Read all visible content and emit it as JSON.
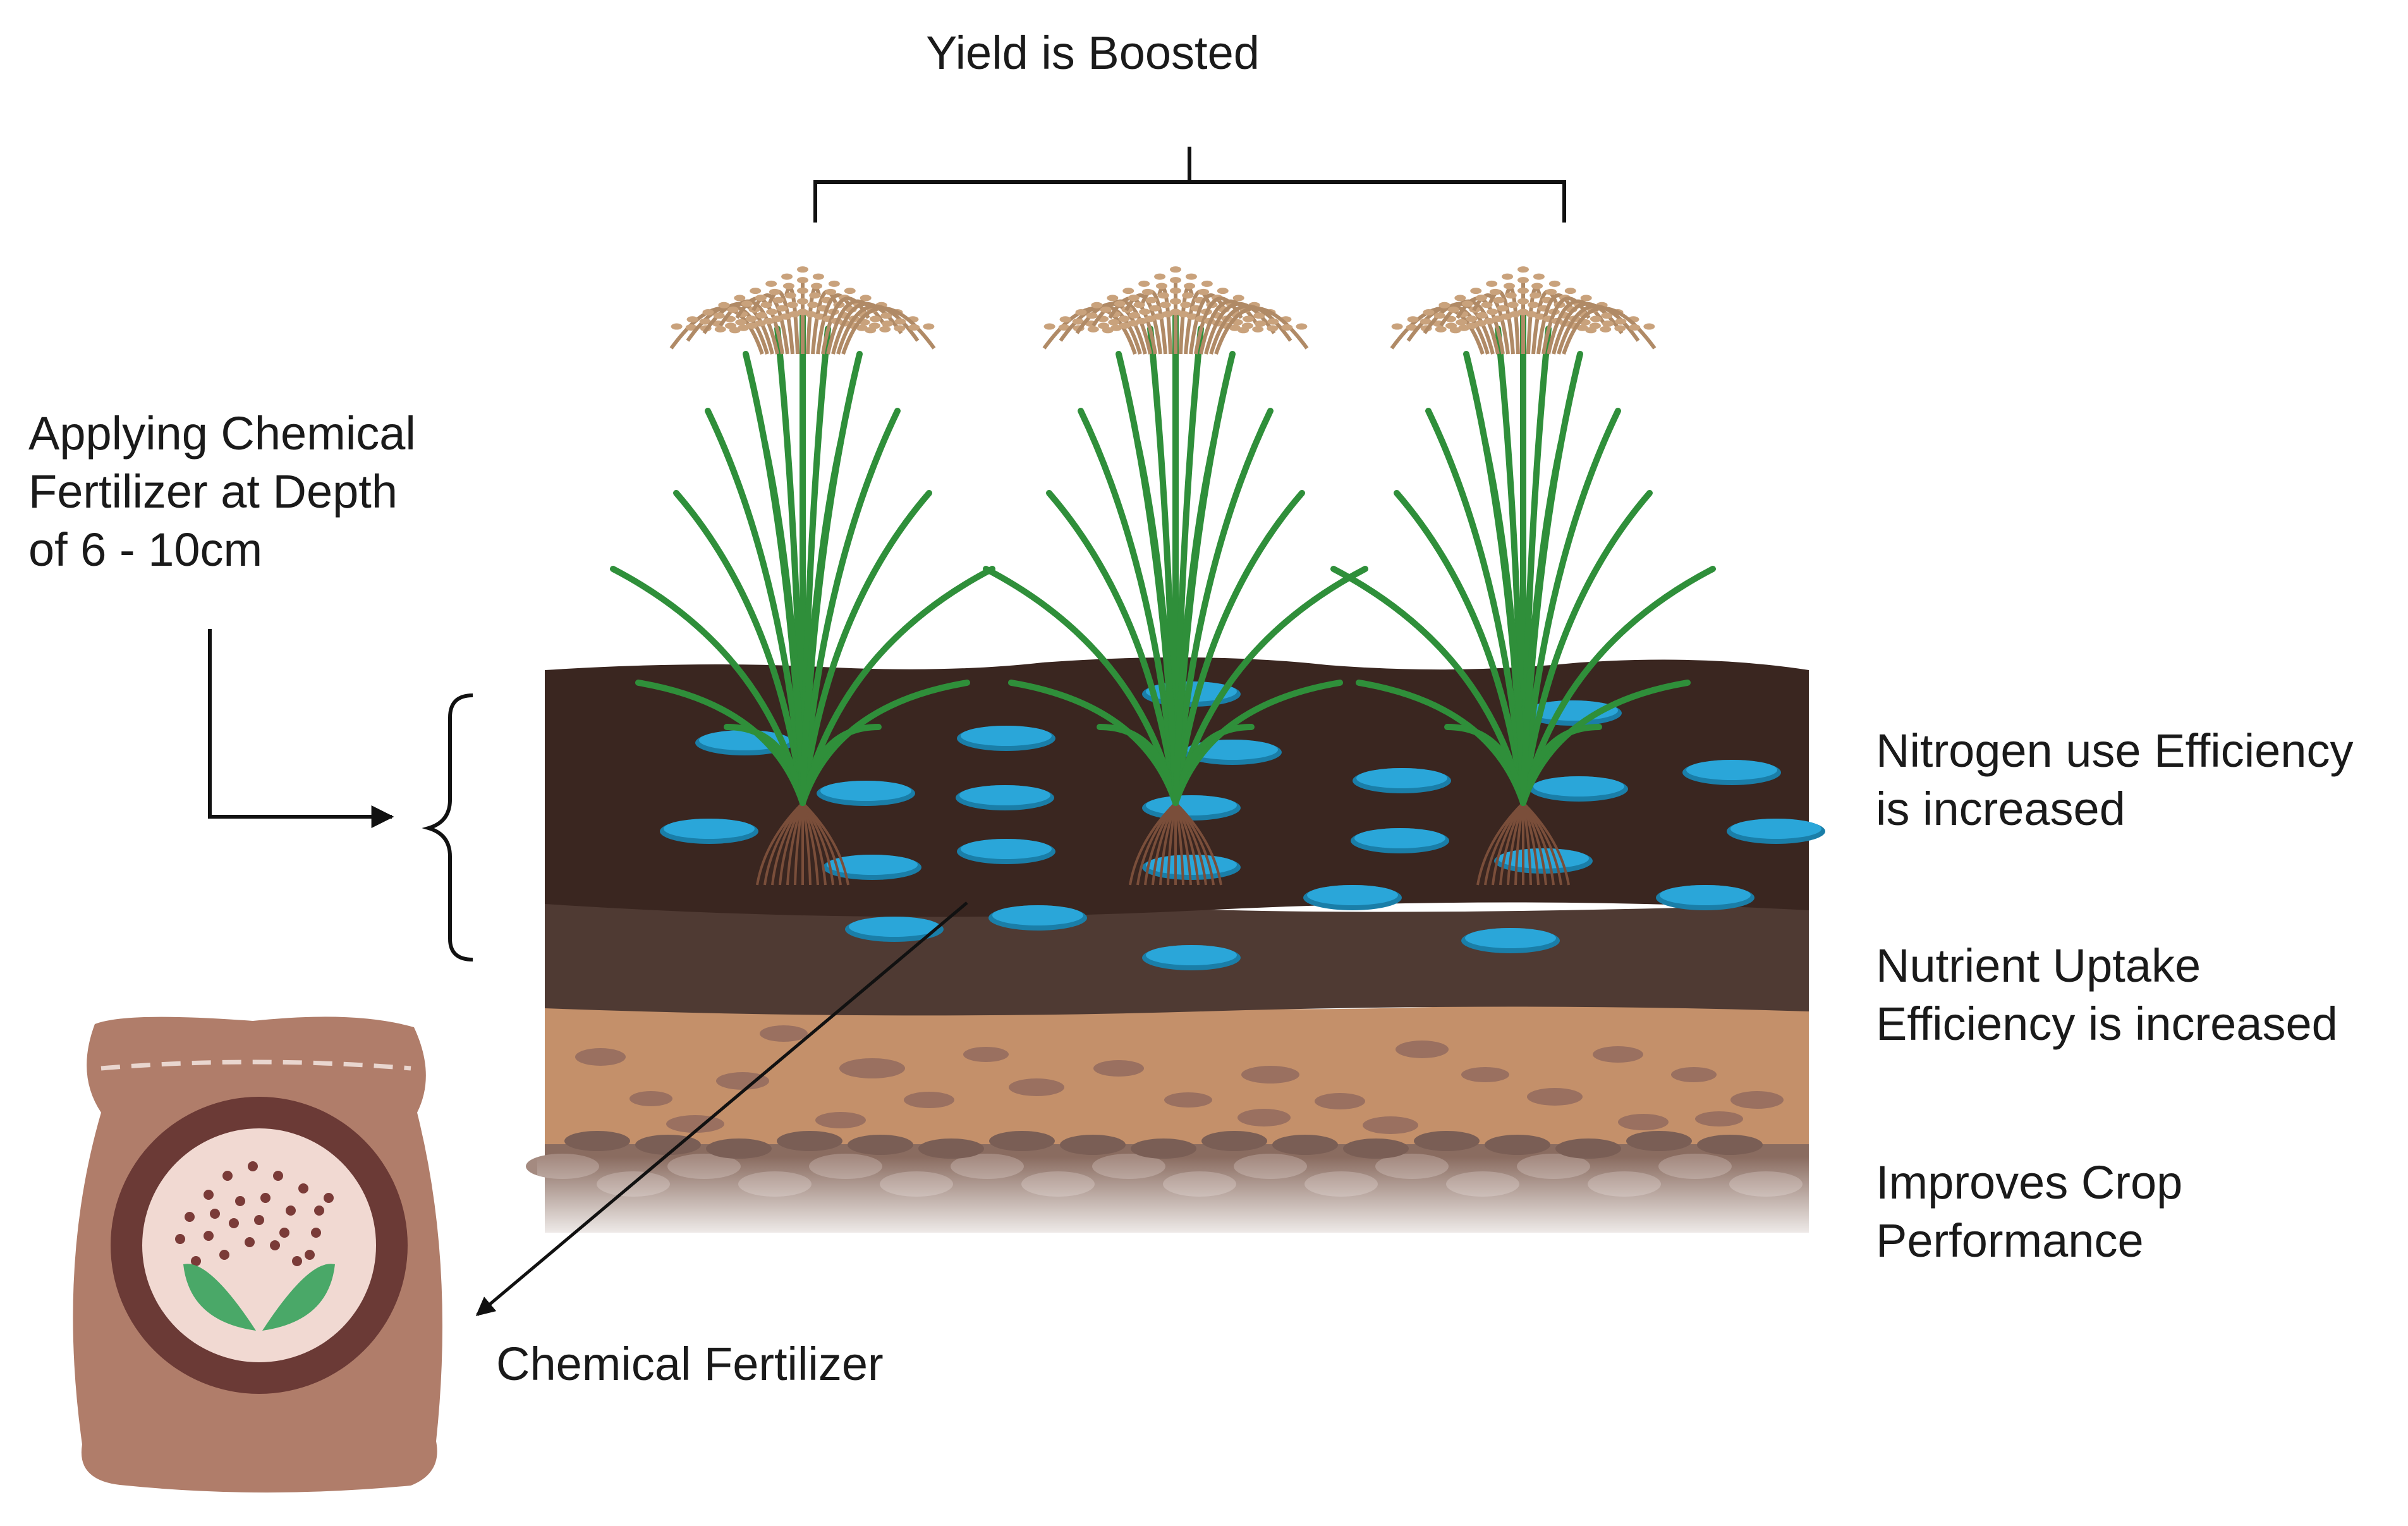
{
  "labels": {
    "yield": "Yield is Boosted",
    "applying": [
      "Applying Chemical",
      "Fertilizer at Depth",
      "of 6 - 10cm"
    ],
    "nitrogen": [
      "Nitrogen use Efficiency",
      "is increased"
    ],
    "nutrient": [
      "Nutrient Uptake",
      "Efficiency is increased"
    ],
    "improves": [
      "Improves Crop",
      "Performance"
    ],
    "fertilizer": "Chemical Fertilizer"
  },
  "colors": {
    "soil_top": "#3a2620",
    "soil_mid": "#4f3a33",
    "sand": "#c4906a",
    "gravel": "#8a6c60",
    "granule": "#2aa6d9",
    "leaf": "#2f8f3a",
    "panicle": "#b08a66",
    "bag": "#b07d6a",
    "bag_ring": "#6b3a36",
    "bag_inner": "#f1d9d2",
    "sprout": "#4aa868"
  },
  "icons": {
    "plants": "rice-plant-icon",
    "bag": "fertilizer-bag-icon"
  }
}
